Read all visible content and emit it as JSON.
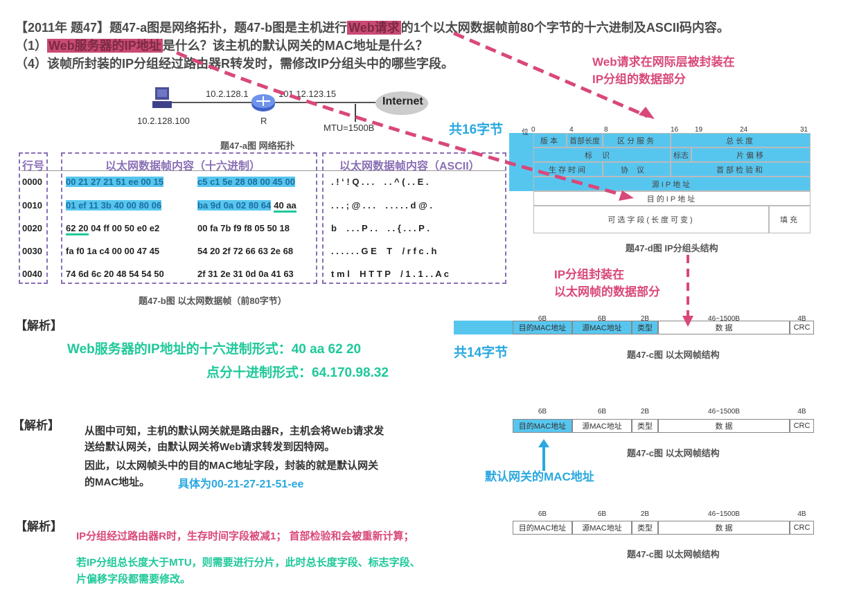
{
  "question": {
    "line1_pre": "【2011年 题47】题47-a图是网络拓扑，题47-b图是主机进行",
    "line1_hl": "Web请求",
    "line1_post": "的1个以太网数据帧前80个字节的十六进制及ASCII码内容。",
    "line2_pre": "（1）",
    "line2_hl": "Web服务器的IP地址",
    "line2_post": "是什么？该主机的默认网关的MAC地址是什么？",
    "line3": "（4）该帧所封装的IP分组经过路由器R转发时，需修改IP分组头中的哪些字段。"
  },
  "topology": {
    "host_ip": "10.2.128.100",
    "router_left_ip": "10.2.128.1",
    "router_label": "R",
    "router_right_ip": "101.12.123.15",
    "internet": "Internet",
    "mtu": "MTU=1500B",
    "caption": "题47-a图 网络拓扑"
  },
  "frame_table": {
    "header_row": "行号",
    "header_hex": "以太网数据帧内容（十六进制）",
    "header_ascii": "以太网数据帧内容（ASCII）",
    "caption": "题47-b图 以太网数据帧（前80字节）",
    "rows": [
      {
        "offset": "0000",
        "left": [
          {
            "t": "00 21 27 21 51 ee 00 15",
            "s": "hl"
          }
        ],
        "right": [
          {
            "t": "c5 c1 5e 28 08 00 45 00",
            "s": "hl"
          }
        ],
        "ascii": ". ! ‘ ! Q . . .    . . ^ ( . . E ."
      },
      {
        "offset": "0010",
        "left": [
          {
            "t": "01 ef 11 3b 40 00 80 06",
            "s": "hl"
          }
        ],
        "right": [
          {
            "t": "ba 9d 0a 02 80 64",
            "s": "hl"
          },
          {
            "t": "40 aa",
            "s": "ul"
          }
        ],
        "ascii": ". . . ; @ . . .    . . . . . d @ ."
      },
      {
        "offset": "0020",
        "left": [
          {
            "t": "62 20",
            "s": "ul"
          },
          {
            "t": " 04 ff 00 50 e0 e2",
            "s": ""
          }
        ],
        "right": [
          {
            "t": "00 fa 7b f9 f8 05 50 18",
            "s": ""
          }
        ],
        "ascii": "b    . . . P . .    . . { . . . P ."
      },
      {
        "offset": "0030",
        "left": [
          {
            "t": "fa f0 1a c4 00 00 47 45",
            "s": ""
          }
        ],
        "right": [
          {
            "t": "54 20 2f 72 66 63 2e 68",
            "s": ""
          }
        ],
        "ascii": ". . . . . . G E    T    / r f c . h"
      },
      {
        "offset": "0040",
        "left": [
          {
            "t": "74 6d 6c 20 48 54 54 50",
            "s": ""
          }
        ],
        "right": [
          {
            "t": "2f 31 2e 31 0d 0a 41 63",
            "s": ""
          }
        ],
        "ascii": "t m l    H T T P    / 1 . 1 . . A c"
      }
    ]
  },
  "annotations": {
    "web_request_note_1": "Web请求在网际层被封装在",
    "web_request_note_2": "IP分组的数据部分",
    "ip_16_bytes": "共16字节",
    "ip_encap_note_1": "IP分组封装在",
    "ip_encap_note_2": "以太网帧的数据部分",
    "eth_14_bytes": "共14字节",
    "gateway_mac_note": "默认网关的MAC地址"
  },
  "ip_header": {
    "bits": [
      "位",
      "0",
      "4",
      "8",
      "16",
      "19",
      "24",
      "31"
    ],
    "fields": {
      "version": "版本",
      "ihl": "首部长度",
      "dscp": "区分服务",
      "total_length": "总长度",
      "identification": "标识",
      "flags": "标志",
      "fragment_offset": "片偏移",
      "ttl": "生存时间",
      "protocol": "协议",
      "checksum": "首部检验和",
      "src": "源IP地址",
      "dst": "目的IP地址",
      "options": "可选字段(长度可变)",
      "padding": "填充"
    },
    "caption": "题47-d图 IP分组头结构"
  },
  "eth_frame": {
    "sizes": [
      "6B",
      "6B",
      "2B",
      "46~1500B",
      "4B"
    ],
    "fields": [
      "目的MAC地址",
      "源MAC地址",
      "类型",
      "数 据",
      "CRC"
    ],
    "caption": "题47-c图 以太网帧结构"
  },
  "analysis": {
    "label": "【解析】",
    "a1_line1": "Web服务器的IP地址的十六进制形式：40 aa 62 20",
    "a1_line2": "点分十进制形式：64.170.98.32",
    "a2_line1": "从图中可知，主机的默认网关就是路由器R，主机会将Web请求发",
    "a2_line2": "送给默认网关，由默认网关将Web请求转发到因特网。",
    "a2_line3": "因此，以太网帧头中的目的MAC地址字段，封装的就是默认网关",
    "a2_line4": "的MAC地址。",
    "a2_detail": "具体为00-21-27-21-51-ee",
    "a3_line1": "IP分组经过路由器R时，生存时间字段被减1；  首部检验和会被重新计算；",
    "a3_line2": "若IP分组总长度大于MTU，则需要进行分片，此时总长度字段、标志字段、",
    "a3_line3": "片偏移字段都需要修改。"
  },
  "colors": {
    "pink": "#d9487a",
    "blue": "#2aa8e0",
    "green": "#1ec89a",
    "purple": "#8a6fb5",
    "cyan_fill": "#57c6ef"
  }
}
